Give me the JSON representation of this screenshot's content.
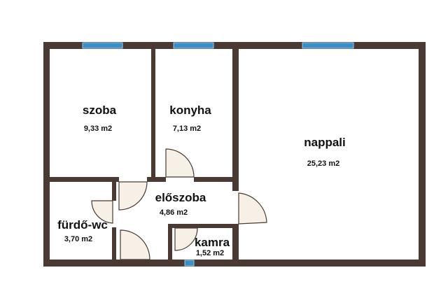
{
  "plan": {
    "rooms": [
      {
        "name": "szoba",
        "area": "9,33 m2"
      },
      {
        "name": "konyha",
        "area": "7,13 m2"
      },
      {
        "name": "nappali",
        "area": "25,23 m2"
      },
      {
        "name": "előszoba",
        "area": "4,86 m2"
      },
      {
        "name": "fürdő-wc",
        "area": "3,70 m2"
      },
      {
        "name": "kamra",
        "area": "1,52 m2"
      }
    ]
  },
  "colors": {
    "wall": "#4a3a33",
    "window": "#3a8fc9",
    "door": "#f6f0e6"
  }
}
